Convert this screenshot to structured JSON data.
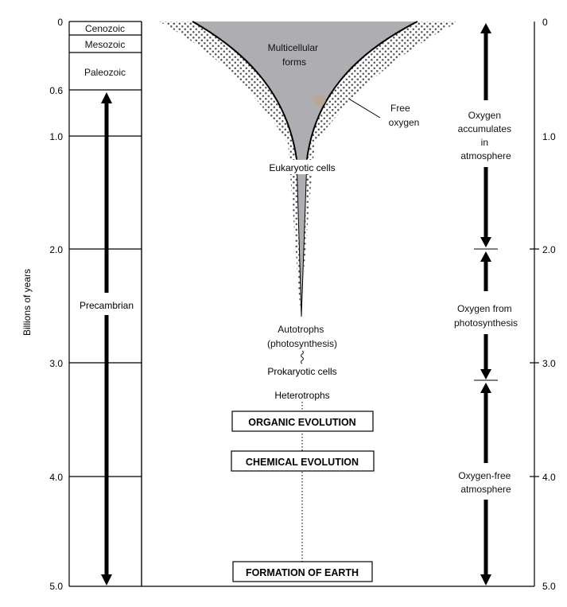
{
  "axis": {
    "label": "Billions of years",
    "left_ticks": [
      "0",
      "0.6",
      "1.0",
      "2.0",
      "3.0",
      "4.0",
      "5.0"
    ],
    "right_ticks": [
      "0",
      "1.0",
      "2.0",
      "3.0",
      "4.0",
      "5.0"
    ]
  },
  "eras": {
    "cenozoic": "Cenozoic",
    "mesozoic": "Mesozoic",
    "paleozoic": "Paleozoic",
    "precambrian": "Precambrian"
  },
  "center": {
    "multicellular": [
      "Multicellular",
      "forms"
    ],
    "free_oxygen": [
      "Free",
      "oxygen"
    ],
    "eukaryotic": "Eukaryotic cells",
    "autotrophs": [
      "Autotrophs",
      "(photosynthesis)"
    ],
    "prokaryotic": "Prokaryotic cells",
    "heterotrophs": "Heterotrophs",
    "organic_evolution": "ORGANIC EVOLUTION",
    "chemical_evolution": "CHEMICAL EVOLUTION",
    "formation_earth": "FORMATION OF EARTH"
  },
  "oxygen": {
    "accumulates": [
      "Oxygen",
      "accumulates",
      "in",
      "atmosphere"
    ],
    "photosynthesis": [
      "Oxygen from",
      "photosynthesis"
    ],
    "free_atmosphere": [
      "Oxygen-free",
      "atmosphere"
    ]
  },
  "colors": {
    "funnel_fill": "#aeaeb2",
    "dots": "#555555",
    "line": "#000000"
  }
}
